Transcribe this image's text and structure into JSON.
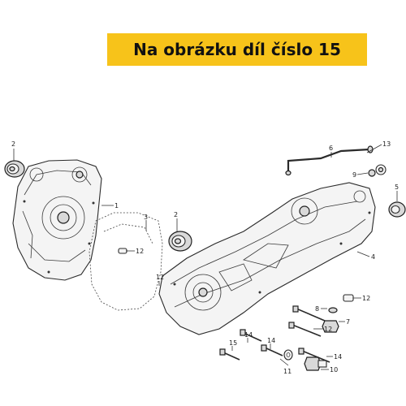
{
  "banner": {
    "text": "Na obrázku díl číslo 15",
    "background": "#f7c31a"
  },
  "callouts": {
    "c1": "1",
    "c2a": "2",
    "c2b": "2",
    "c3": "3",
    "c4": "4",
    "c5": "5",
    "c6": "6",
    "c7": "7",
    "c8": "8",
    "c9": "9",
    "c10": "10",
    "c11": "11",
    "c12a": "12",
    "c12b": "12",
    "c12c": "12",
    "c12d": "12",
    "c13": "13",
    "c14a": "14",
    "c14b": "14",
    "c14c": "14",
    "c15": "15"
  },
  "icons": {
    "diagram": "crankcase-exploded-view"
  }
}
